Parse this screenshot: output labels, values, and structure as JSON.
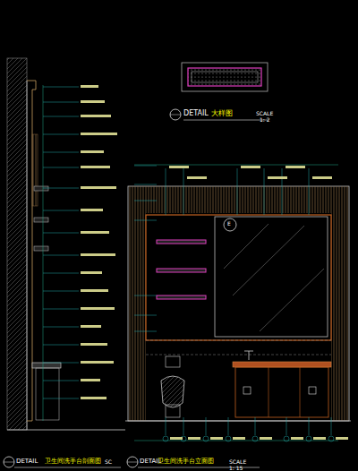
{
  "diagram": {
    "labels": [
      "DETAIL",
      "大样图",
      "SCALE",
      "1: 2",
      "E",
      "DETAIL",
      "卫生间洗手台剖面图",
      "SC",
      "DETAIL",
      "卫生间洗手台立面图",
      "SCALE",
      "1: 15"
    ]
  }
}
